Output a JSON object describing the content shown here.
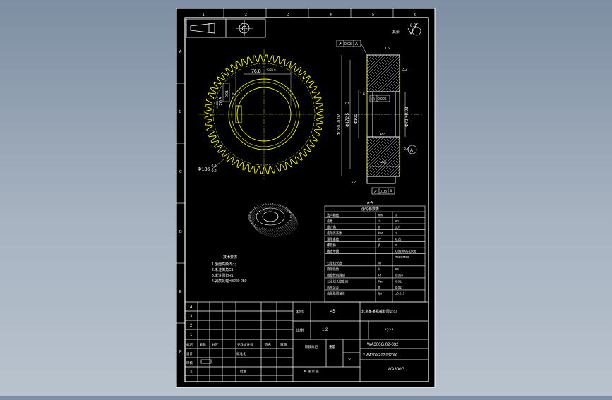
{
  "colors": {
    "background_top": "#7e8fa3",
    "background_bottom": "#b9c3ce",
    "paper": "#000000",
    "line": "#ffffff",
    "gear": "#ffff00",
    "dimension": "#ffffff",
    "green": "#00ff00",
    "cyan": "#00ffff"
  },
  "border": {
    "zone_numbers_top": [
      "1",
      "2",
      "3",
      "4",
      "5",
      "6"
    ],
    "zone_letters_left": [
      "A",
      "B",
      "C",
      "D",
      "E",
      "F"
    ]
  },
  "front_view": {
    "dim_outer_dia": "Φ186",
    "dim_outer_tol_upper": "-0.1",
    "dim_outer_tol_lower": "-0.2",
    "dim_keyway_depth": "76.8",
    "dim_keyway_depth_tol": "+0.2 / 0",
    "dim_keyway_width": "20",
    "dim_keyway_width_tol": "+0.052 / 0",
    "keyway_tolerance_frame": [
      "≡",
      "0.01",
      "A"
    ]
  },
  "section_view": {
    "section_label": "A-A",
    "tolerance_top": [
      "↗",
      "0.03",
      "A"
    ],
    "tolerance_bottom": [
      "↗",
      "0.03",
      "A"
    ],
    "tolerance_bore": [
      "◎",
      "0.006"
    ],
    "dim_tip_dia": "Φ180 -0.02",
    "dim_hub_dia": "Φ172.5",
    "dim_hub_label": "B",
    "dim_bore_dia": "Φ100",
    "dim_right_dia": "Φ72 +0.03",
    "dim_face_width": "40",
    "dim_chamfer": "45°",
    "roughness_symbols": [
      "1.6",
      "1.6",
      "3.2",
      "3.2",
      "3.2"
    ],
    "datum_letter": "A"
  },
  "corner_note": "6.3",
  "corner_label": "其余",
  "notes": {
    "title": "技术要求",
    "lines": [
      "1.齿面高频淬火",
      "2.未注倒角C1",
      "3.未注圆角R1",
      "4.调质处理HB220-250"
    ]
  },
  "param_table": {
    "title": "齿轮参数表",
    "rows": [
      [
        "法向模数",
        "mn",
        "3"
      ],
      [
        "齿数",
        "z",
        "60"
      ],
      [
        "压力角",
        "α",
        "20°"
      ],
      [
        "齿顶高系数",
        "ha*",
        "1"
      ],
      [
        "顶隙系数",
        "c*",
        "0.25"
      ],
      [
        "螺旋角",
        "β",
        "0"
      ],
      [
        "精度等级",
        "",
        "GB10095-1988"
      ],
      [
        "",
        "",
        "766GMGB"
      ],
      [
        "公法线长度",
        "W",
        ""
      ],
      [
        "跨测齿数",
        "k",
        "50"
      ],
      [
        "齿圈径向跳动",
        "Fr",
        "0.063"
      ],
      [
        "公法线长度变动",
        "Fw",
        "0.011"
      ],
      [
        "齿形公差",
        "ff",
        "0.011"
      ],
      [
        "齿距极限偏差",
        "fpt",
        "±0.013"
      ],
      [
        "",
        "",
        ""
      ]
    ]
  },
  "title_block": {
    "revision_numbers": [
      "4",
      "3",
      "2",
      "1"
    ],
    "material_label": "材料",
    "material": "45",
    "scale_label": "比例",
    "scale": "1:2",
    "company": "北京某某机械有限公司",
    "part_name": "????",
    "drawing_number": "WA300G.02-032",
    "file_number": "2.WA300G.02.032000",
    "product": "WA300G",
    "headers": [
      "标记",
      "处数",
      "分区",
      "更改文件号",
      "签名",
      "日期"
    ],
    "design_label": "设计",
    "check_label": "审核",
    "process_label": "工艺",
    "standard_label": "标准化",
    "approve_label": "批准",
    "stage_label": "阶段标记",
    "weight_label": "重量",
    "sheet_label": "共 张 第 张",
    "stage_scale": "1:2"
  }
}
